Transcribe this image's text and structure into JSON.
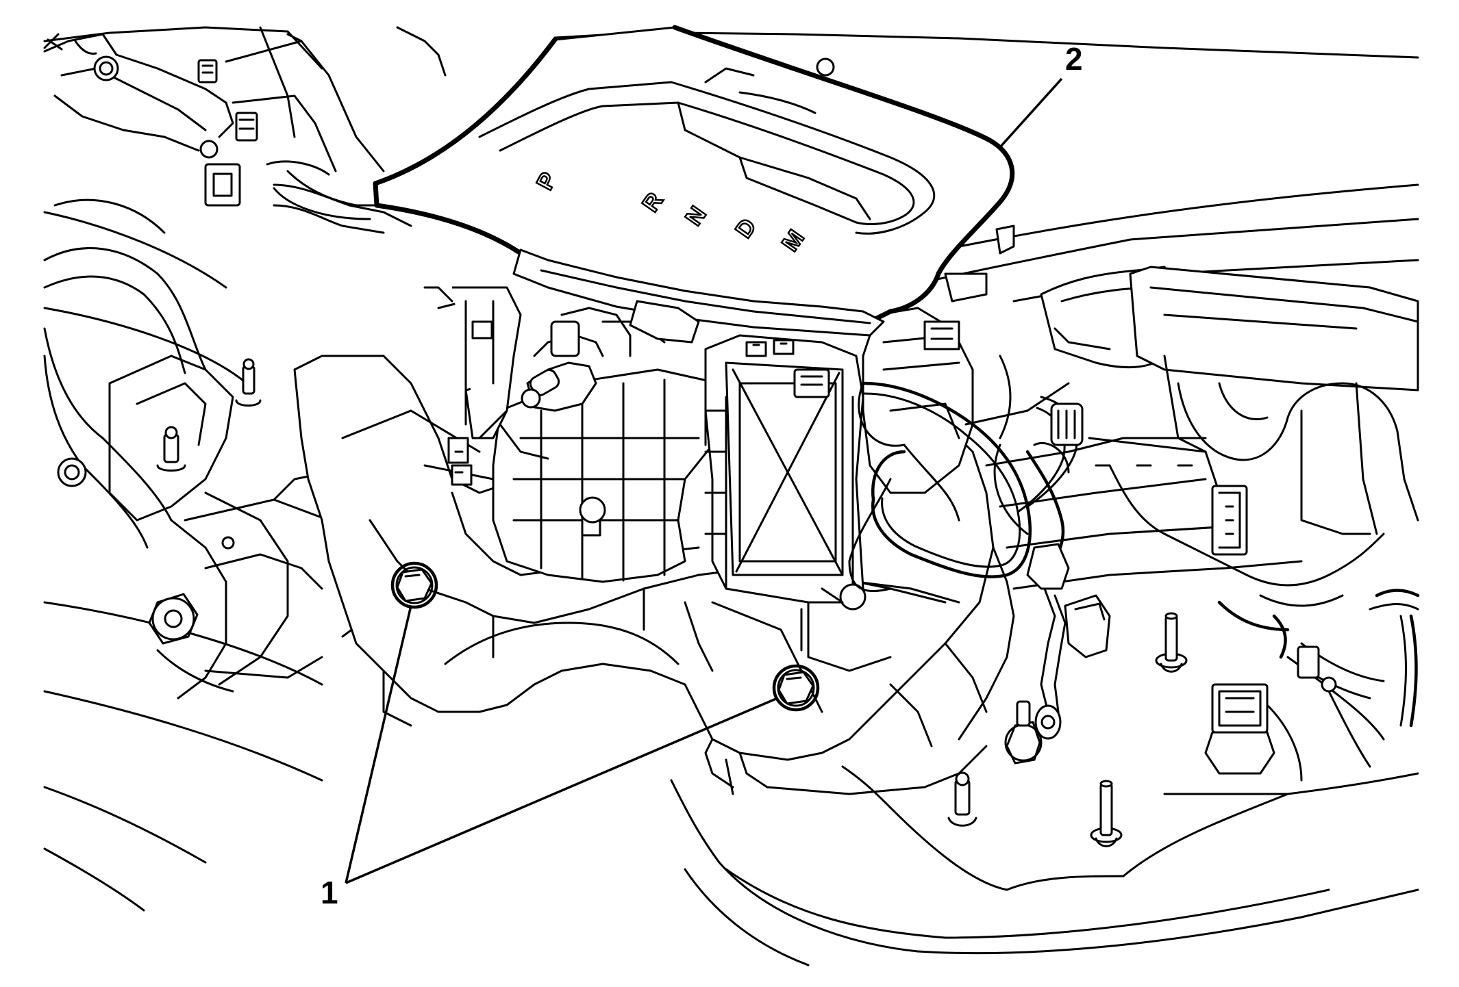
{
  "callouts": {
    "bolts": "1",
    "trim_plate": "2"
  },
  "gear_labels": [
    "P",
    "R",
    "N",
    "D",
    "M"
  ],
  "colors": {
    "line": "#000000",
    "background": "#ffffff"
  }
}
